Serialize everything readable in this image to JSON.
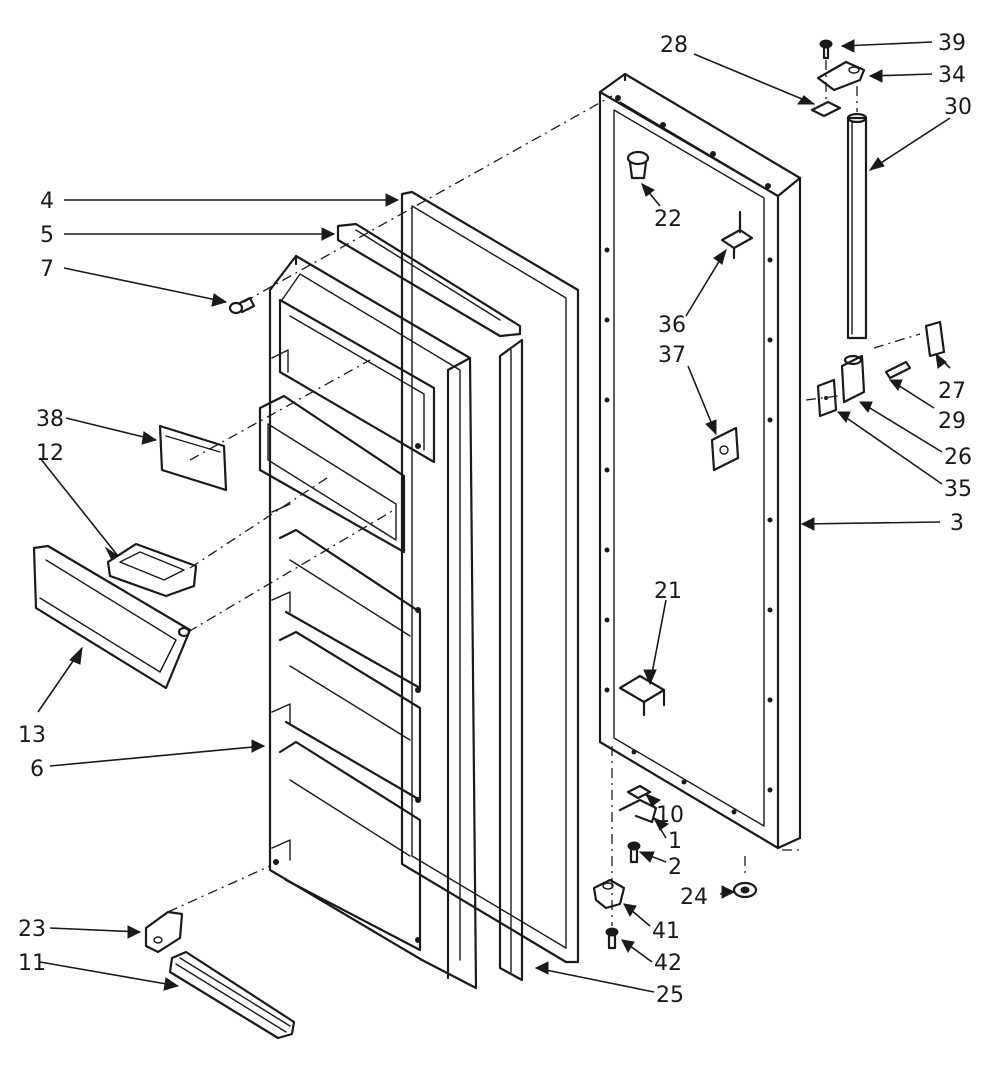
{
  "callouts": [
    {
      "id": "28",
      "text": "28"
    },
    {
      "id": "39",
      "text": "39"
    },
    {
      "id": "34",
      "text": "34"
    },
    {
      "id": "30",
      "text": "30"
    },
    {
      "id": "22",
      "text": "22"
    },
    {
      "id": "4",
      "text": "4"
    },
    {
      "id": "5",
      "text": "5"
    },
    {
      "id": "7",
      "text": "7"
    },
    {
      "id": "36",
      "text": "36"
    },
    {
      "id": "37",
      "text": "37"
    },
    {
      "id": "27",
      "text": "27"
    },
    {
      "id": "29",
      "text": "29"
    },
    {
      "id": "26",
      "text": "26"
    },
    {
      "id": "35",
      "text": "35"
    },
    {
      "id": "38",
      "text": "38"
    },
    {
      "id": "12",
      "text": "12"
    },
    {
      "id": "3",
      "text": "3"
    },
    {
      "id": "21",
      "text": "21"
    },
    {
      "id": "13",
      "text": "13"
    },
    {
      "id": "6",
      "text": "6"
    },
    {
      "id": "10",
      "text": "10"
    },
    {
      "id": "1",
      "text": "1"
    },
    {
      "id": "2",
      "text": "2"
    },
    {
      "id": "24",
      "text": "24"
    },
    {
      "id": "41",
      "text": "41"
    },
    {
      "id": "23",
      "text": "23"
    },
    {
      "id": "42",
      "text": "42"
    },
    {
      "id": "11",
      "text": "11"
    },
    {
      "id": "25",
      "text": "25"
    }
  ]
}
